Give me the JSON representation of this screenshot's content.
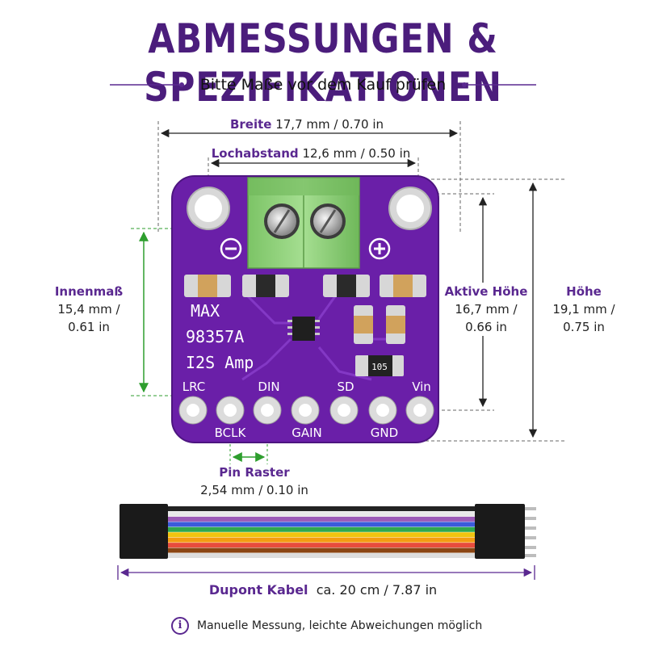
{
  "header": {
    "title": "ABMESSUNGEN & SPEZIFIKATIONEN",
    "subtitle": "Bitte Maße vor dem Kauf prüfen"
  },
  "dimensions": {
    "breite": {
      "label": "Breite",
      "value": "17,7 mm / 0.70 in"
    },
    "lochabstand": {
      "label": "Lochabstand",
      "value": "12,6 mm / 0.50 in"
    },
    "innenmass": {
      "label": "Innenmaß",
      "value_mm": "15,4 mm /",
      "value_in": "0.61 in"
    },
    "aktive_hoehe": {
      "label": "Aktive Höhe",
      "value_mm": "16,7 mm /",
      "value_in": "0.66 in"
    },
    "hoehe": {
      "label": "Höhe",
      "value_mm": "19,1 mm /",
      "value_in": "0.75 in"
    },
    "pin_raster": {
      "label": "Pin Raster",
      "value": "2,54 mm / 0.10 in"
    },
    "dupont": {
      "label": "Dupont Kabel",
      "value": "ca. 20 cm / 7.87 in"
    }
  },
  "board": {
    "silkscreen_line1": "MAX",
    "silkscreen_line2": "98357A",
    "silkscreen_line3": "I2S Amp",
    "resistor_code": "105",
    "minus_symbol": "−",
    "plus_symbol": "+",
    "top_pins": [
      "LRC",
      "DIN",
      "SD",
      "Vin"
    ],
    "bottom_pins": [
      "BCLK",
      "GAIN",
      "GND"
    ]
  },
  "footer": {
    "info_icon": "info-icon",
    "note": "Manuelle Messung, leichte Abweichungen möglich"
  },
  "colors": {
    "accent": "#4b1d7c",
    "pcb": "#6a1fa8",
    "terminal": "#8fd17a",
    "dimension_green": "#2e9e2e"
  },
  "cable_colors": [
    "#222222",
    "#e8e8e8",
    "#9b59b6",
    "#3b5bdb",
    "#2fa84f",
    "#f1c40f",
    "#f39c12",
    "#e74c3c",
    "#8b4513",
    "#dddddd"
  ]
}
